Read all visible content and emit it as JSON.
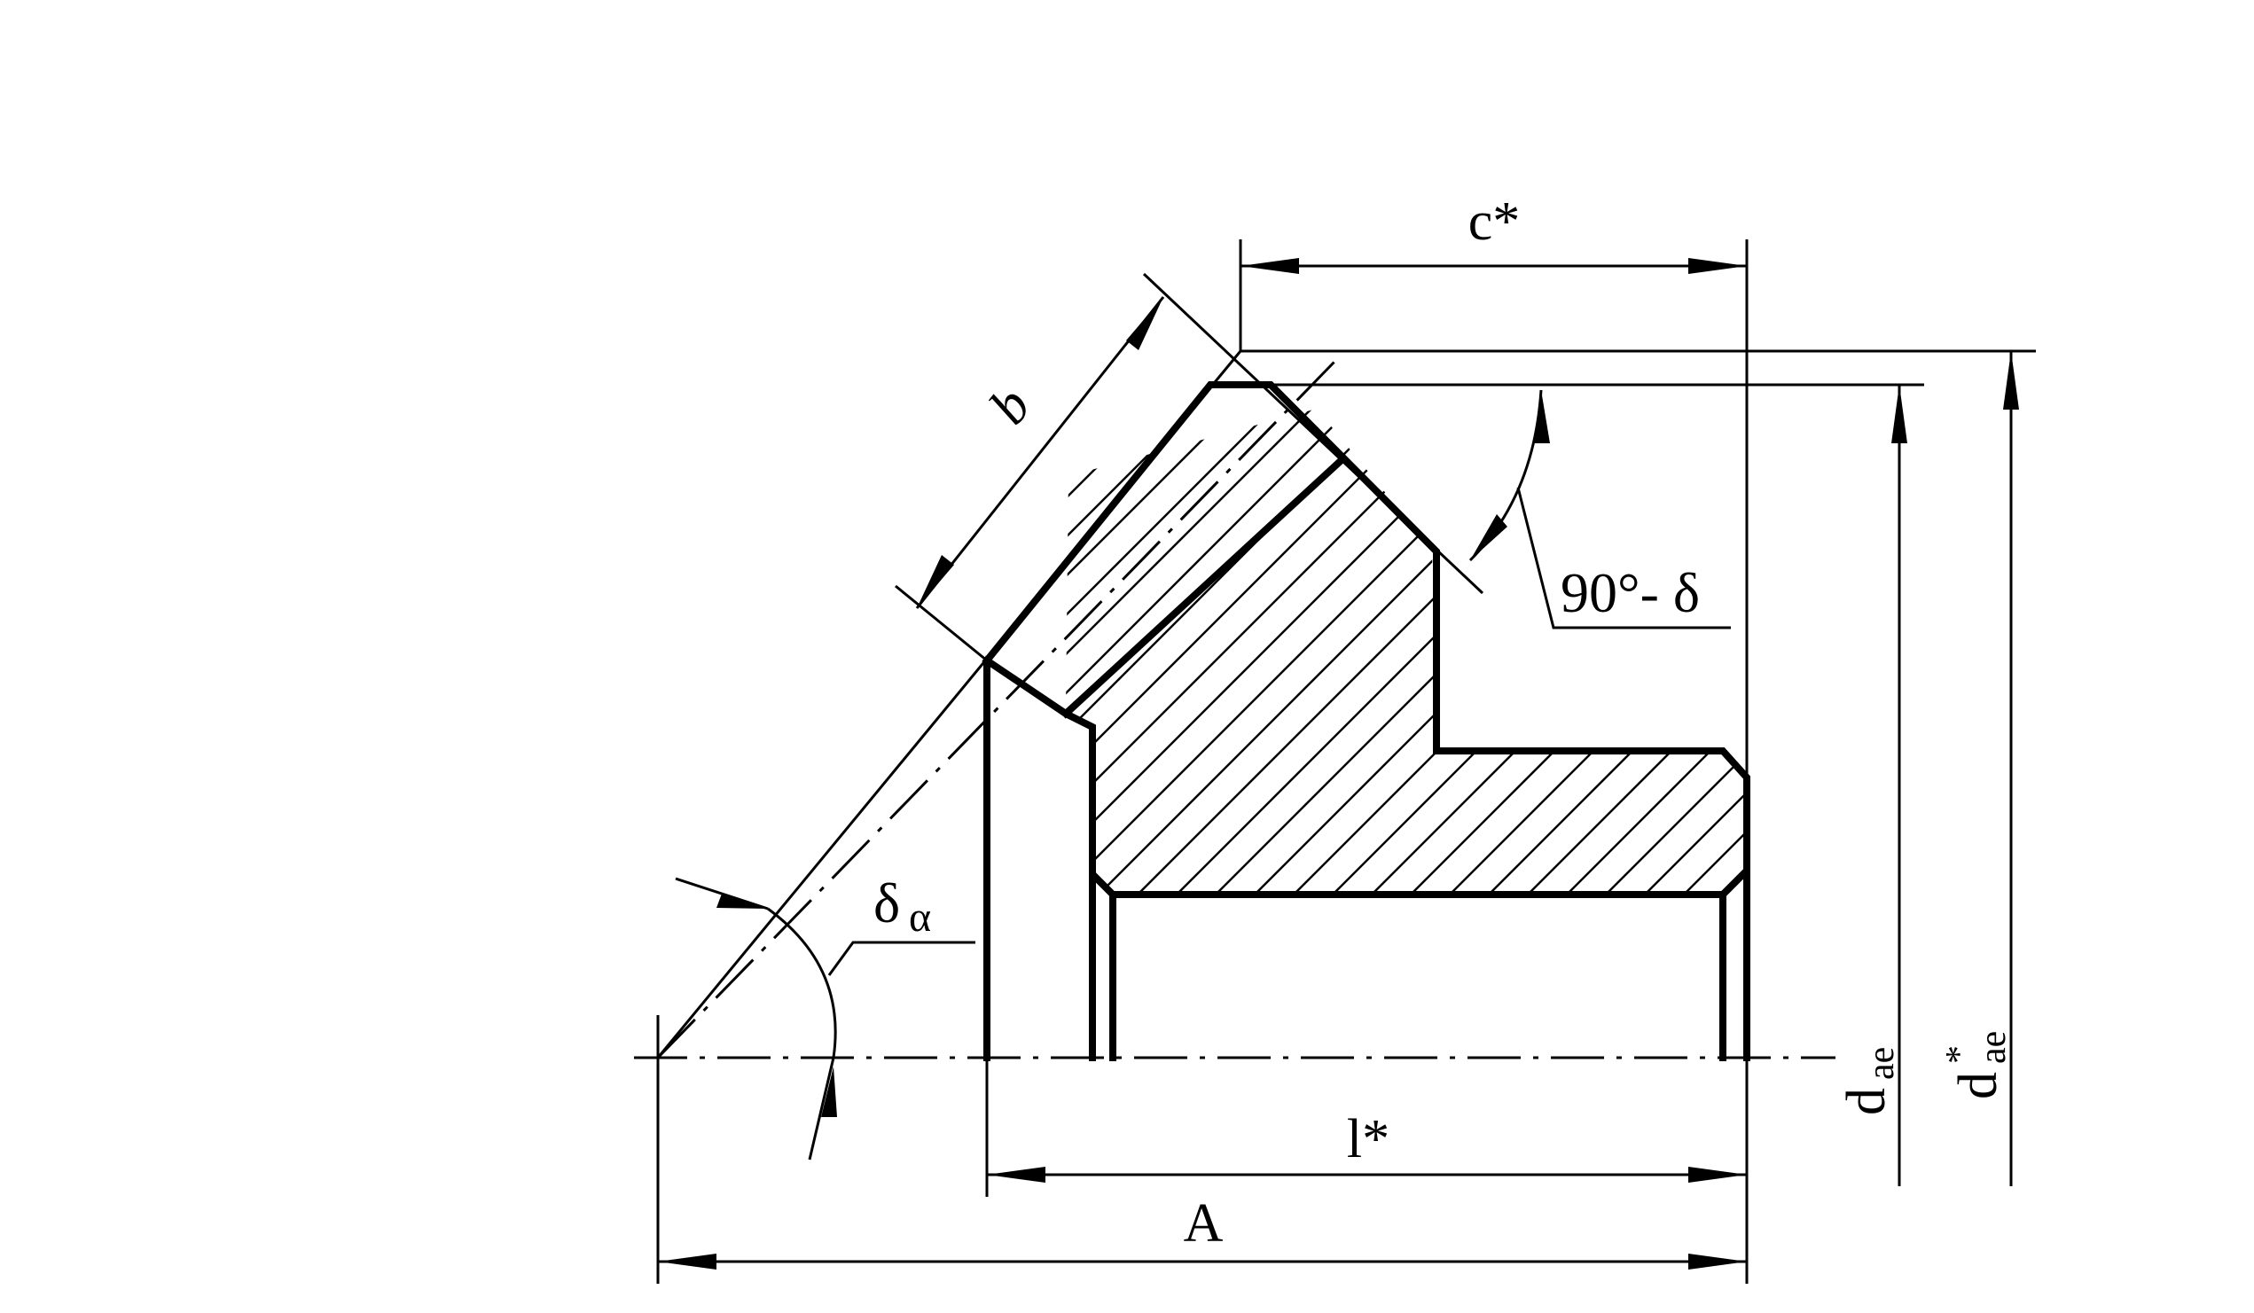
{
  "labels": {
    "c_star": "c*",
    "b": "b",
    "angle_90_minus_delta": "90°- δ",
    "delta": "δ",
    "alpha": "α",
    "l_star": "l*",
    "A": "A",
    "d": "d",
    "ae": "ae",
    "star": "*"
  }
}
